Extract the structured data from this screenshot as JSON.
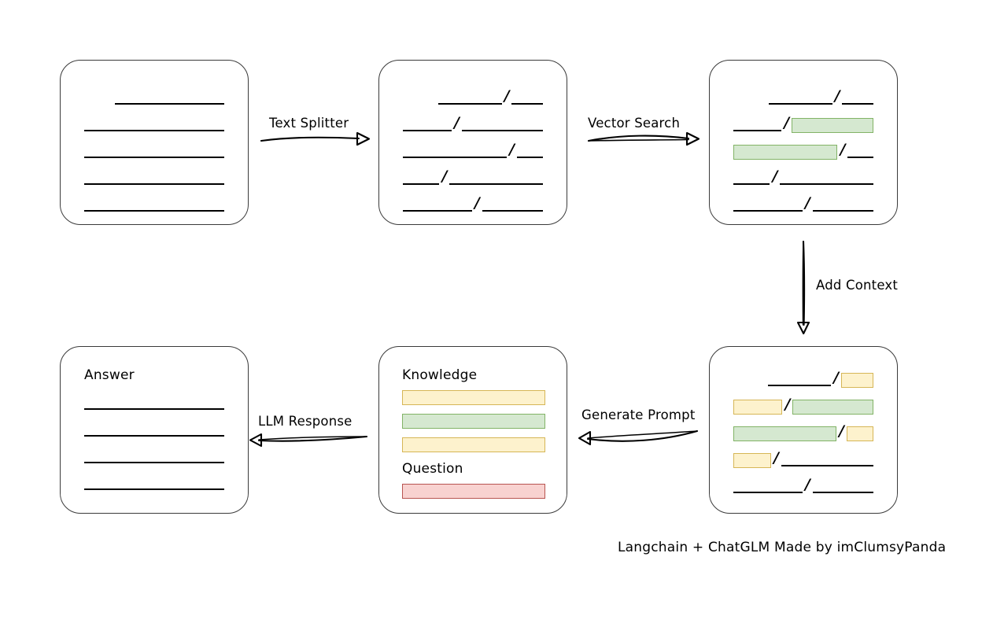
{
  "diagram": {
    "title_footer": "Langchain + ChatGLM Made by imClumsyPanda",
    "colors": {
      "green_fill": "#d5e8d0",
      "green_stroke": "#82b366",
      "yellow_fill": "#fdf2cd",
      "yellow_stroke": "#d6b656",
      "red_fill": "#f8d2d0",
      "red_stroke": "#b85450",
      "line": "#000000",
      "box_stroke": "#3a3a3a",
      "background": "#ffffff"
    }
  },
  "nodes": {
    "source_document": {
      "name": "source-document",
      "label": "",
      "rows": [
        [
          {
            "type": "spacer",
            "flex": 22
          },
          {
            "type": "line",
            "flex": 78
          }
        ],
        [
          {
            "type": "line",
            "flex": 100
          }
        ],
        [
          {
            "type": "line",
            "flex": 100
          }
        ],
        [
          {
            "type": "line",
            "flex": 100
          }
        ],
        [
          {
            "type": "line",
            "flex": 100
          }
        ]
      ]
    },
    "split_document": {
      "name": "split-document",
      "label": "",
      "rows": [
        [
          {
            "type": "spacer",
            "flex": 26
          },
          {
            "type": "line",
            "flex": 47
          },
          {
            "type": "slash",
            "text": "/"
          },
          {
            "type": "line",
            "flex": 23
          }
        ],
        [
          {
            "type": "line",
            "flex": 36
          },
          {
            "type": "slash",
            "text": "/"
          },
          {
            "type": "line",
            "flex": 60
          }
        ],
        [
          {
            "type": "line",
            "flex": 76
          },
          {
            "type": "slash",
            "text": "/"
          },
          {
            "type": "line",
            "flex": 19
          }
        ],
        [
          {
            "type": "line",
            "flex": 27
          },
          {
            "type": "slash",
            "text": "/"
          },
          {
            "type": "line",
            "flex": 69
          }
        ],
        [
          {
            "type": "line",
            "flex": 51
          },
          {
            "type": "slash",
            "text": "/"
          },
          {
            "type": "line",
            "flex": 45
          }
        ]
      ]
    },
    "vector_matched_document": {
      "name": "vector-matched-document",
      "label": "",
      "rows": [
        [
          {
            "type": "spacer",
            "flex": 26
          },
          {
            "type": "line",
            "flex": 47
          },
          {
            "type": "slash",
            "text": "/"
          },
          {
            "type": "line",
            "flex": 23
          }
        ],
        [
          {
            "type": "line",
            "flex": 36
          },
          {
            "type": "slash",
            "text": "/"
          },
          {
            "type": "chip",
            "color": "green",
            "flex": 60
          }
        ],
        [
          {
            "type": "chip",
            "color": "green",
            "flex": 76
          },
          {
            "type": "slash",
            "text": "/"
          },
          {
            "type": "line",
            "flex": 19
          }
        ],
        [
          {
            "type": "line",
            "flex": 27
          },
          {
            "type": "slash",
            "text": "/"
          },
          {
            "type": "line",
            "flex": 69
          }
        ],
        [
          {
            "type": "line",
            "flex": 51
          },
          {
            "type": "slash",
            "text": "/"
          },
          {
            "type": "line",
            "flex": 45
          }
        ]
      ]
    },
    "context_added_document": {
      "name": "context-added-document",
      "label": "",
      "rows": [
        [
          {
            "type": "spacer",
            "flex": 26
          },
          {
            "type": "line",
            "flex": 47
          },
          {
            "type": "slash",
            "text": "/"
          },
          {
            "type": "chip",
            "color": "yellow",
            "flex": 23
          }
        ],
        [
          {
            "type": "chip",
            "color": "yellow",
            "flex": 36
          },
          {
            "type": "slash",
            "text": "/"
          },
          {
            "type": "chip",
            "color": "green",
            "flex": 60
          }
        ],
        [
          {
            "type": "chip",
            "color": "green",
            "flex": 76
          },
          {
            "type": "slash",
            "text": "/"
          },
          {
            "type": "chip",
            "color": "yellow",
            "flex": 19
          }
        ],
        [
          {
            "type": "chip",
            "color": "yellow",
            "flex": 27
          },
          {
            "type": "slash",
            "text": "/"
          },
          {
            "type": "line",
            "flex": 69
          }
        ],
        [
          {
            "type": "line",
            "flex": 51
          },
          {
            "type": "slash",
            "text": "/"
          },
          {
            "type": "line",
            "flex": 45
          }
        ]
      ]
    },
    "prompt": {
      "name": "prompt-box",
      "knowledge_label": "Knowledge",
      "question_label": "Question",
      "knowledge_bars": [
        {
          "color": "yellow"
        },
        {
          "color": "green"
        },
        {
          "color": "yellow"
        }
      ],
      "question_bars": [
        {
          "color": "red"
        }
      ]
    },
    "answer": {
      "name": "answer-box",
      "label": "Answer",
      "rows": [
        [
          {
            "type": "line",
            "flex": 100
          }
        ],
        [
          {
            "type": "line",
            "flex": 100
          }
        ],
        [
          {
            "type": "line",
            "flex": 100
          }
        ],
        [
          {
            "type": "line",
            "flex": 100
          }
        ]
      ]
    }
  },
  "edges": {
    "text_splitter": {
      "label": "Text Splitter",
      "direction": "right"
    },
    "vector_search": {
      "label": "Vector Search",
      "direction": "right"
    },
    "add_context": {
      "label": "Add Context",
      "direction": "down"
    },
    "generate_prompt": {
      "label": "Generate Prompt",
      "direction": "left"
    },
    "llm_response": {
      "label": "LLM Response",
      "direction": "left"
    }
  }
}
